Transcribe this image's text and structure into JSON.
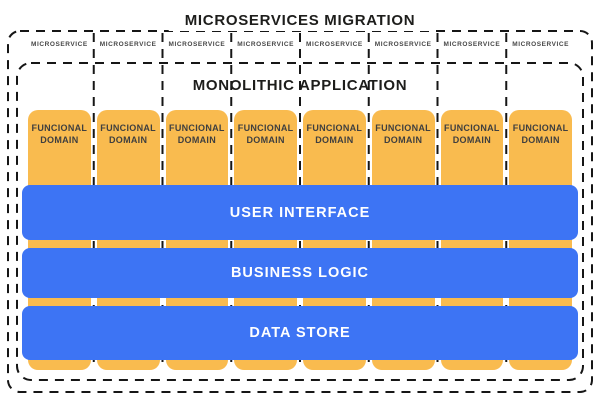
{
  "page_title": "MICROSERVICES MIGRATION",
  "microservice_row": {
    "labels": [
      "MICROSERVICE",
      "MICROSERVICE",
      "MICROSERVICE",
      "MICROSERVICE",
      "MICROSERVICE",
      "MICROSERVICE",
      "MICROSERVICE",
      "MICROSERVICE"
    ]
  },
  "monolith": {
    "title": "MONOLITHIC APPLICATION",
    "functional_domains": [
      "FUNCIONAL DOMAIN",
      "FUNCIONAL DOMAIN",
      "FUNCIONAL DOMAIN",
      "FUNCIONAL DOMAIN",
      "FUNCIONAL DOMAIN",
      "FUNCIONAL DOMAIN",
      "FUNCIONAL DOMAIN",
      "FUNCIONAL DOMAIN"
    ],
    "layers": [
      "USER INTERFACE",
      "BUSINESS LOGIC",
      "DATA STORE"
    ]
  },
  "colors": {
    "domain_orange": "#f9bb4f",
    "layer_blue": "#3d74f4",
    "dash_black": "#161616",
    "title_text": "#1d1d1b",
    "label_text": "#474747",
    "domain_text": "#3f3f3f",
    "layer_text": "#ffffff"
  }
}
